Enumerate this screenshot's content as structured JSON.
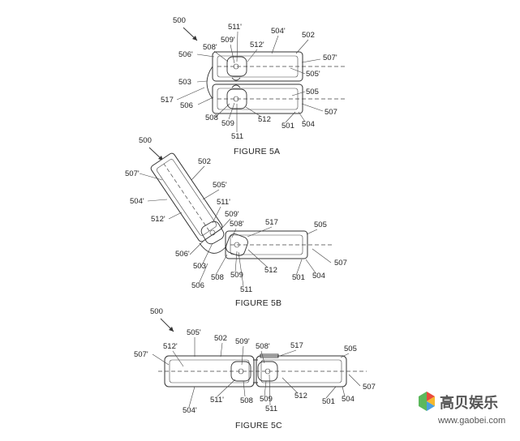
{
  "figure_5a": {
    "caption": "FIGURE 5A",
    "ref": "500",
    "labels": [
      "511'",
      "509'",
      "512'",
      "504'",
      "502",
      "508'",
      "506'",
      "507'",
      "505'",
      "503",
      "505",
      "517",
      "506",
      "507",
      "508",
      "509",
      "512",
      "501",
      "504",
      "511"
    ]
  },
  "figure_5b": {
    "caption": "FIGURE 5B",
    "ref": "500",
    "labels": [
      "502",
      "507'",
      "505'",
      "504'",
      "511'",
      "512'",
      "509'",
      "508'",
      "517",
      "505",
      "506'",
      "507",
      "503",
      "512",
      "501",
      "504",
      "506",
      "508",
      "509",
      "511"
    ]
  },
  "figure_5c": {
    "caption": "FIGURE 5C",
    "ref": "500",
    "labels": [
      "505'",
      "502",
      "512'",
      "509'",
      "508'",
      "517",
      "505",
      "507'",
      "507",
      "512",
      "501",
      "504",
      "511'",
      "508",
      "509",
      "511",
      "504'"
    ]
  },
  "watermark": {
    "text": "高贝娱乐",
    "url": "www.gaobei.com",
    "colors": [
      "#e94b3c",
      "#f5b82e",
      "#4a9fe0",
      "#5cb85c"
    ]
  }
}
